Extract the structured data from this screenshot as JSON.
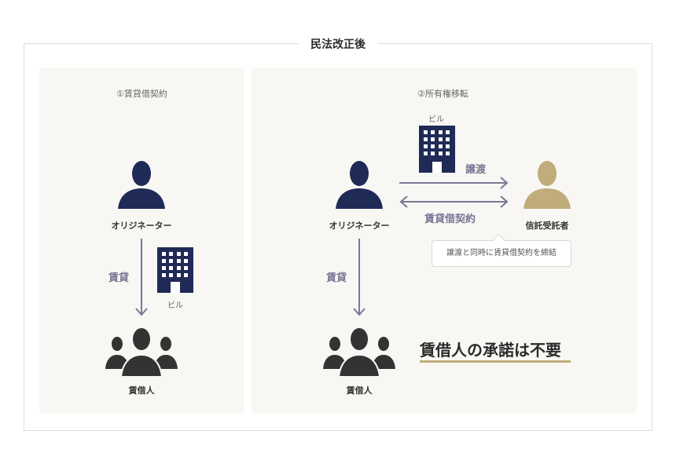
{
  "title": "民法改正後",
  "left_panel": {
    "heading": "①賃貸借契約",
    "originator_label": "オリジネーター",
    "arrow_label": "賃貸",
    "building_label": "ビル",
    "tenants_label": "賃借人"
  },
  "right_panel": {
    "heading": "②所有権移転",
    "building_label": "ビル",
    "transfer_label": "譲渡",
    "lease_label": "賃貸借契約",
    "originator_label": "オリジネーター",
    "trustee_label": "信託受託者",
    "callout": "譲渡と同時に賃貸借契約を締結",
    "arrow_label": "賃貸",
    "tenants_label": "賃借人",
    "headline": "賃借人の承諾は不要"
  },
  "colors": {
    "navy_person": "#1f2a57",
    "gold_person": "#c1ad7b",
    "tenant_gray": "#333333",
    "arrow": "#7a7796",
    "panel_bg": "#f8f7f3",
    "underline": "#bfae7e"
  },
  "icons": [
    "person-icon",
    "building-icon",
    "group-icon",
    "arrow-icon"
  ]
}
